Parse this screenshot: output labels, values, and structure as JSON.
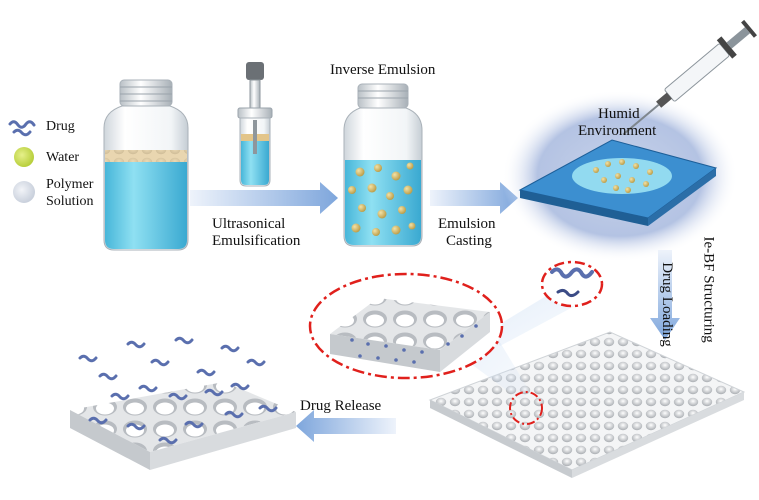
{
  "legend": {
    "drug": "Drug",
    "water": "Water",
    "polymer_line1": "Polymer",
    "polymer_line2": "Solution"
  },
  "steps": {
    "ultrasonic_line1": "Ultrasonical",
    "ultrasonic_line2": "Emulsification",
    "inverse_emulsion": "Inverse Emulsion",
    "emulsion_casting_line1": "Emulsion",
    "emulsion_casting_line2": "Casting",
    "humid_line1": "Humid",
    "humid_line2": "Environment",
    "structuring": "Ie-BF Structuring",
    "drug_loading": "Drug Loading",
    "drug_release": "Drug Release"
  },
  "colors": {
    "water_droplet": "#c8dc5a",
    "polymer_solution": "#d8dde8",
    "liquid_blue": "#5cc8e6",
    "arrow_blue": "#9dbde8",
    "drug_blue": "#5a6fae",
    "highlight_red": "#e0201c"
  }
}
